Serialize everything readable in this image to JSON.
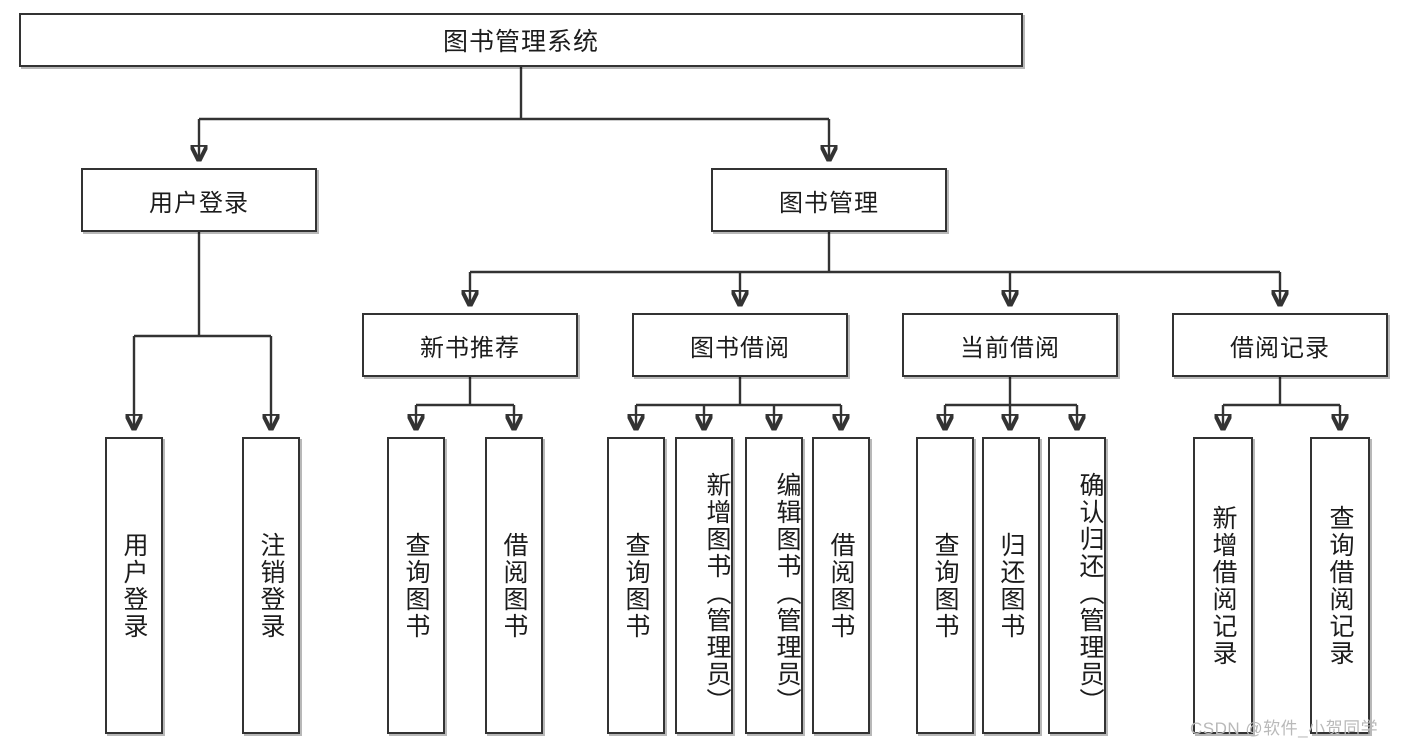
{
  "diagram": {
    "type": "tree",
    "title": "图书管理系统",
    "watermark": "CSDN @软件_小贺同学",
    "colors": {
      "box_border": "#333333",
      "box_fill": "#ffffff",
      "connector": "#333333",
      "text": "#1c1c1c",
      "watermark": "#b9b9b9",
      "background": "#ffffff"
    },
    "levels": {
      "root": {
        "label": "图书管理系统"
      },
      "level2": [
        {
          "label": "用户登录"
        },
        {
          "label": "图书管理"
        }
      ],
      "level3": [
        {
          "label": "新书推荐"
        },
        {
          "label": "图书借阅"
        },
        {
          "label": "当前借阅"
        },
        {
          "label": "借阅记录"
        }
      ],
      "leaves": {
        "user_login": [
          {
            "label": "用户登录"
          },
          {
            "label": "注销登录"
          }
        ],
        "new_book": [
          {
            "label": "查询图书"
          },
          {
            "label": "借阅图书"
          }
        ],
        "book_borrow": [
          {
            "label": "查询图书"
          },
          {
            "label": "新增图书（管理员）"
          },
          {
            "label": "编辑图书（管理员）"
          },
          {
            "label": "借阅图书"
          }
        ],
        "current_borrow": [
          {
            "label": "查询图书"
          },
          {
            "label": "归还图书"
          },
          {
            "label": "确认归还（管理员）"
          }
        ],
        "borrow_record": [
          {
            "label": "新增借阅记录"
          },
          {
            "label": "查询借阅记录"
          }
        ]
      }
    }
  }
}
